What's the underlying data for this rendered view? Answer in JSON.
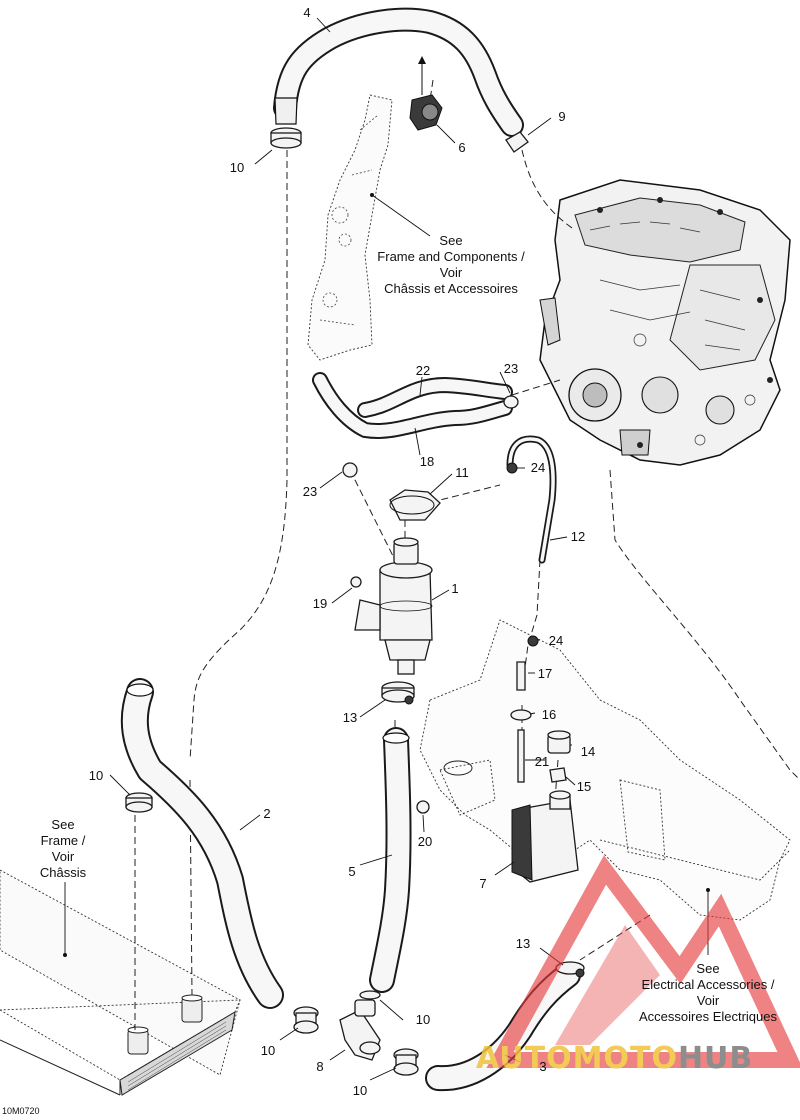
{
  "diagram_code": "10M0720",
  "callouts": {
    "c1": "1",
    "c2": "2",
    "c3": "3",
    "c4": "4",
    "c5": "5",
    "c6": "6",
    "c7": "7",
    "c8": "8",
    "c9": "9",
    "c10a": "10",
    "c10b": "10",
    "c10c": "10",
    "c10d": "10",
    "c10e": "10",
    "c11": "11",
    "c12": "12",
    "c13a": "13",
    "c13b": "13",
    "c14": "14",
    "c15": "15",
    "c16": "16",
    "c17": "17",
    "c18": "18",
    "c19": "19",
    "c20": "20",
    "c21": "21",
    "c22": "22",
    "c23a": "23",
    "c23b": "23",
    "c24a": "24",
    "c24b": "24"
  },
  "notes": {
    "frame_components": [
      "See",
      "Frame and Components /",
      "Voir",
      "Châssis et Accessoires"
    ],
    "frame": [
      "See",
      "Frame /",
      "Voir",
      "Châssis"
    ],
    "electrical": [
      "See",
      "Electrical Accessories /",
      "Voir",
      "Accessoires Electriques"
    ]
  },
  "watermark": {
    "part1": "AUTOMOTO",
    "part2": "HUB",
    "color1": "#f0c23a",
    "color2": "#7a7a7a",
    "logo_color": "#e63b3b"
  }
}
